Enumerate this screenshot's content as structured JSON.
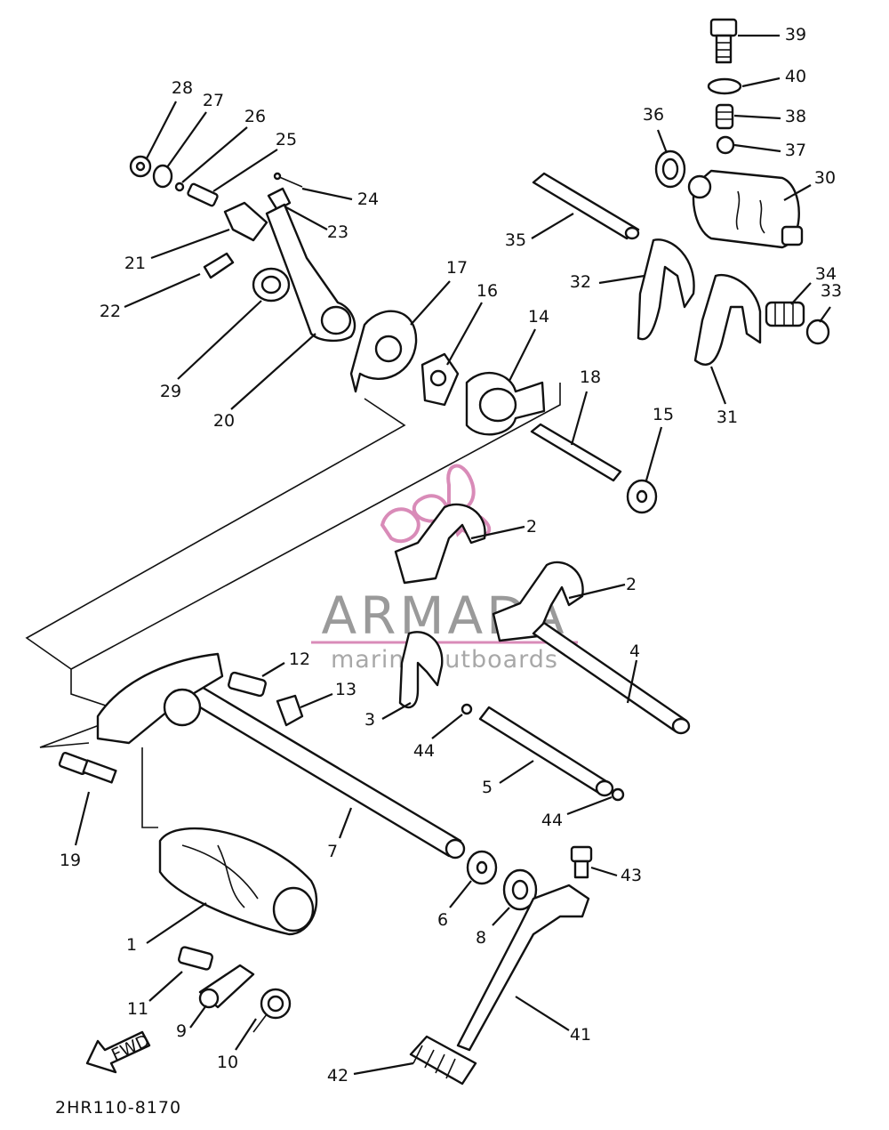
{
  "diagram": {
    "code": "2HR110-8170",
    "fwd_label": "FWD",
    "callouts": [
      "1",
      "2",
      "2",
      "3",
      "4",
      "5",
      "6",
      "7",
      "8",
      "9",
      "10",
      "11",
      "12",
      "13",
      "14",
      "15",
      "16",
      "17",
      "18",
      "19",
      "20",
      "21",
      "22",
      "23",
      "24",
      "25",
      "26",
      "27",
      "28",
      "29",
      "30",
      "31",
      "32",
      "33",
      "34",
      "35",
      "36",
      "37",
      "38",
      "39",
      "40",
      "41",
      "42",
      "43",
      "44",
      "44"
    ]
  },
  "watermark": {
    "brand": "ARMADA",
    "tagline": "marine outboards",
    "color": "#d98bb8"
  }
}
